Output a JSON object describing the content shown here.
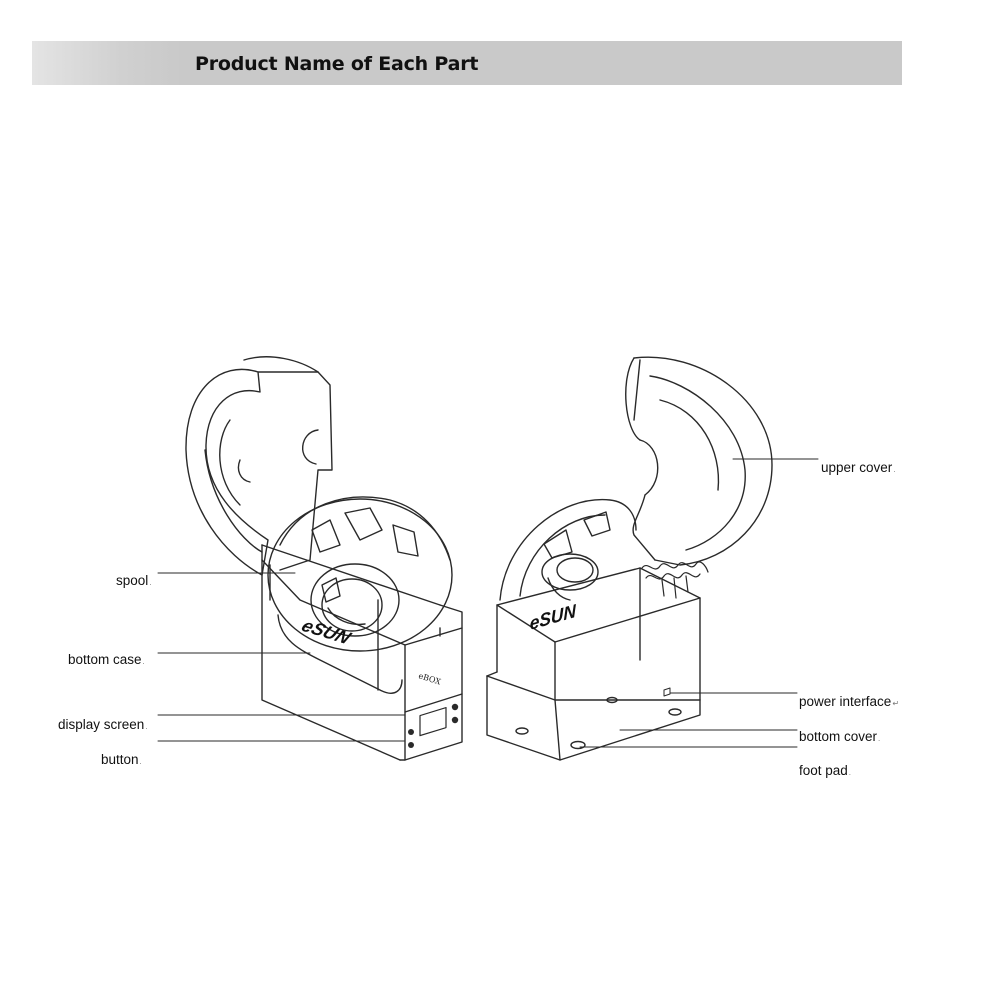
{
  "header": {
    "title": "Product Name of Each Part"
  },
  "labels": {
    "spool": "spool",
    "bottom_case": "bottom case",
    "display_screen": "display screen",
    "button": "button",
    "upper_cover": "upper cover",
    "power_interface": "power interface",
    "bottom_cover": "bottom cover",
    "foot_pad": "foot pad"
  },
  "product_marks": {
    "brand_left": "eSUN",
    "brand_right": "eSUN",
    "model": "eBOX"
  },
  "colors": {
    "header_bg": "#c9c9c9",
    "line": "#2a2a2a",
    "text": "#111111"
  }
}
